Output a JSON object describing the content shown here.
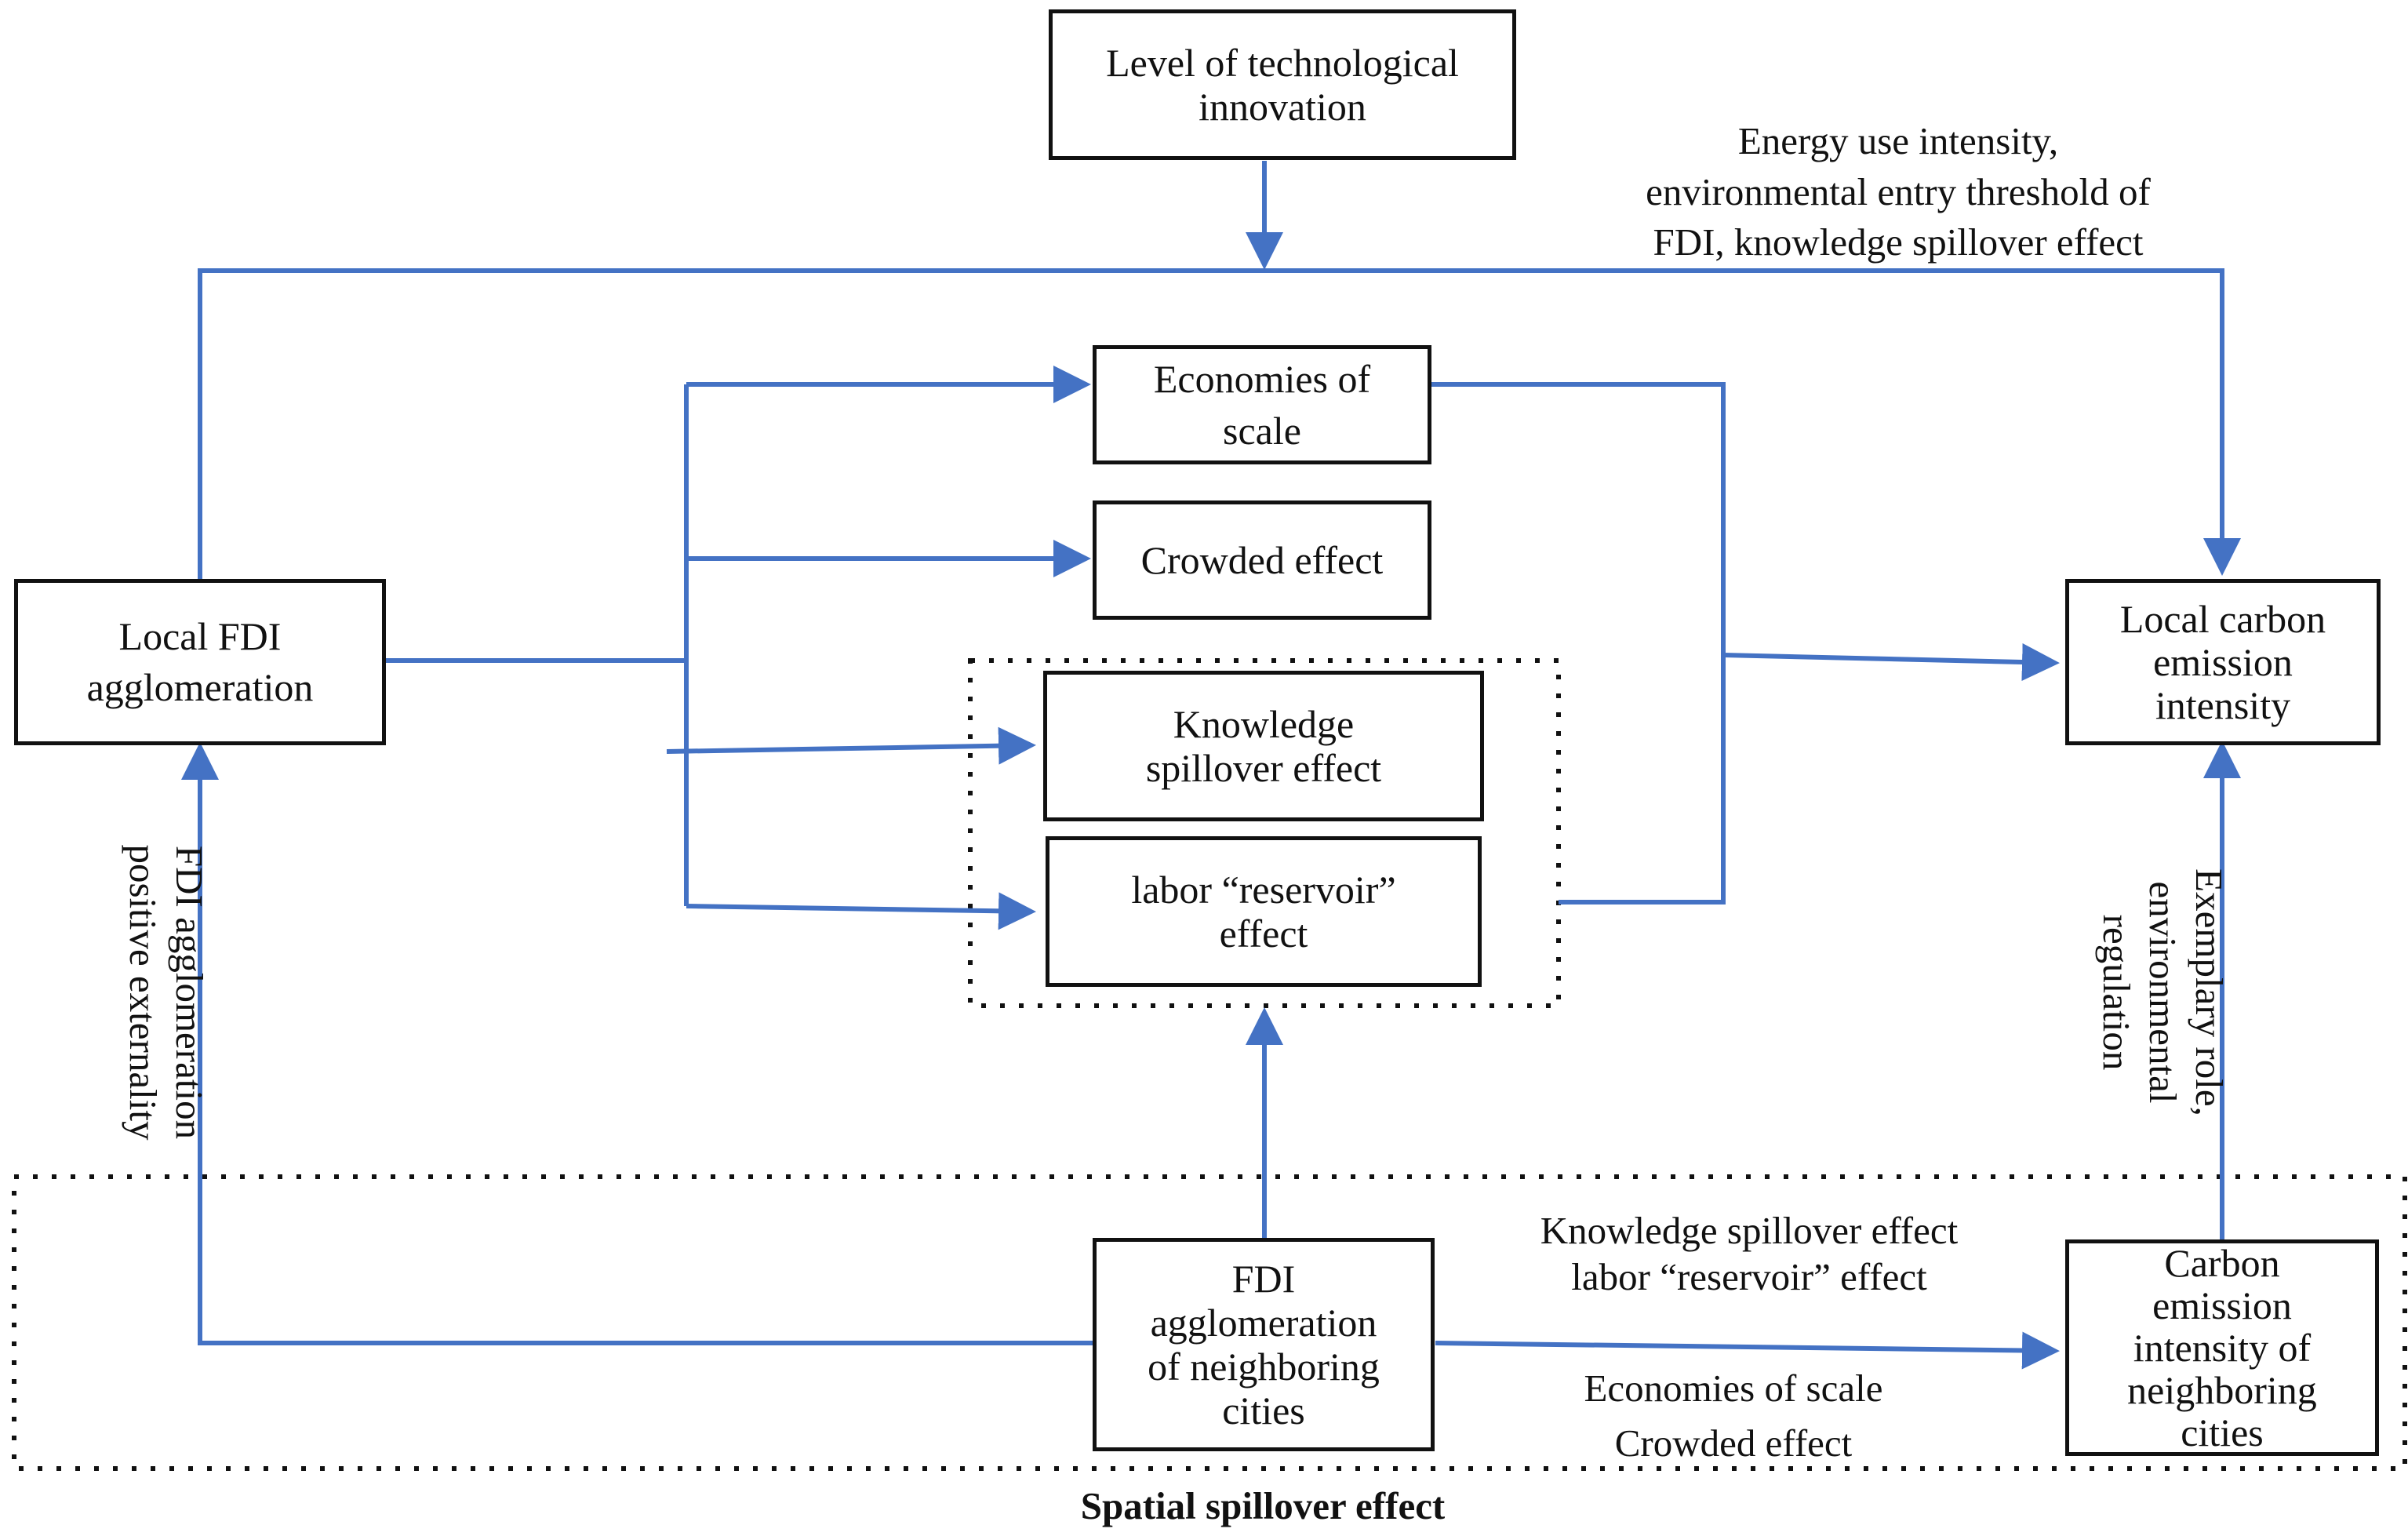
{
  "boxes": {
    "tech_innovation": "Level of technological\ninnovation",
    "economies_of_scale": "Economies of\nscale",
    "crowded_effect": "Crowded effect",
    "knowledge_spillover": "Knowledge\nspillover effect",
    "labor_reservoir": "labor “reservoir”\neffect",
    "local_fdi": "Local FDI\nagglomeration",
    "local_carbon": "Local carbon\nemission\nintensity",
    "neighbor_fdi": "FDI\nagglomeration\nof neighboring\ncities",
    "neighbor_carbon": "Carbon\nemission\nintensity of\nneighboring\ncities"
  },
  "labels": {
    "top_right": "Energy use intensity,\nenvironmental entry threshold of\nFDI, knowledge spillover effect",
    "left_vertical": "FDI agglomeration\npositive externality",
    "right_vertical": "Exemplary role,\nenvironmental\nregulation",
    "bottom_upper": "Knowledge spillover effect\nlabor “reservoir” effect",
    "bottom_lower": "Economies of scale\nCrowded effect",
    "spatial": "Spatial spillover effect"
  },
  "colors": {
    "arrow": "#4472C4",
    "border": "#111111"
  }
}
